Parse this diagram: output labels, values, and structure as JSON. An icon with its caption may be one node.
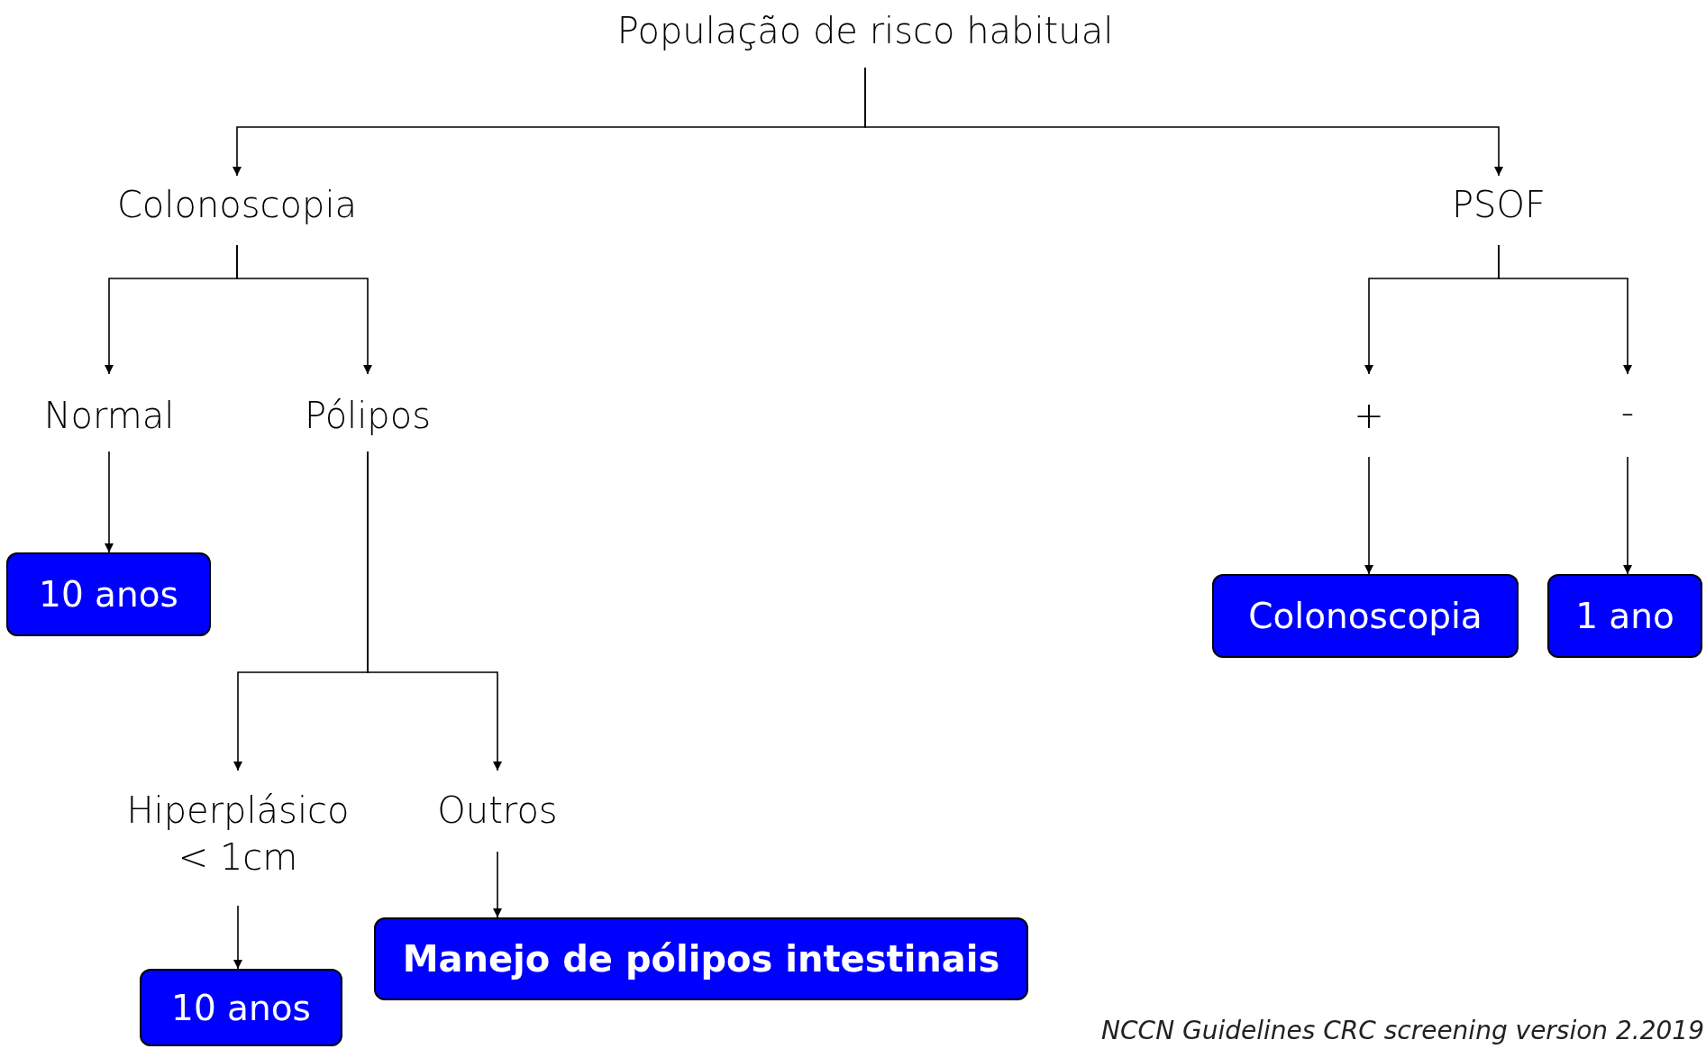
{
  "diagram": {
    "caption": "NCCN Guidelines CRC screening version 2.2019",
    "nodes": [
      {
        "text": [
          "População de risco habitual"
        ]
      },
      {
        "text": [
          "Colonoscopia"
        ]
      },
      {
        "text": [
          "PSOF"
        ]
      },
      {
        "text": [
          "Normal"
        ]
      },
      {
        "text": [
          "Pólipos"
        ]
      },
      {
        "text": [
          "+"
        ]
      },
      {
        "text": [
          "-"
        ]
      },
      {
        "text": [
          "10 anos"
        ]
      },
      {
        "text": [
          "Hiperplásico < 1cm"
        ]
      },
      {
        "text": [
          "Outros"
        ]
      },
      {
        "text": [
          "Manejo de pólipos intestinais"
        ]
      },
      {
        "text": [
          "10 anos"
        ]
      },
      {
        "text": [
          "Colonoscopia"
        ]
      },
      {
        "text": [
          "1 ano"
        ]
      }
    ],
    "edges": [
      {
        "from": 0,
        "to": 1,
        "arrow": "to"
      },
      {
        "from": 0,
        "to": 2,
        "arrow": "to"
      },
      {
        "from": 1,
        "to": 3,
        "arrow": "to"
      },
      {
        "from": 1,
        "to": 4,
        "arrow": "to"
      },
      {
        "from": 2,
        "to": 5,
        "arrow": "to"
      },
      {
        "from": 2,
        "to": 6,
        "arrow": "to"
      },
      {
        "from": 3,
        "to": 7,
        "arrow": "to"
      },
      {
        "from": 4,
        "to": 8,
        "arrow": "to"
      },
      {
        "from": 4,
        "to": 9,
        "arrow": "to"
      },
      {
        "from": 8,
        "to": 11,
        "arrow": "to"
      },
      {
        "from": 9,
        "to": 10,
        "arrow": "to"
      },
      {
        "from": 5,
        "to": 12,
        "arrow": "to"
      },
      {
        "from": 6,
        "to": 13,
        "arrow": "to"
      }
    ]
  }
}
